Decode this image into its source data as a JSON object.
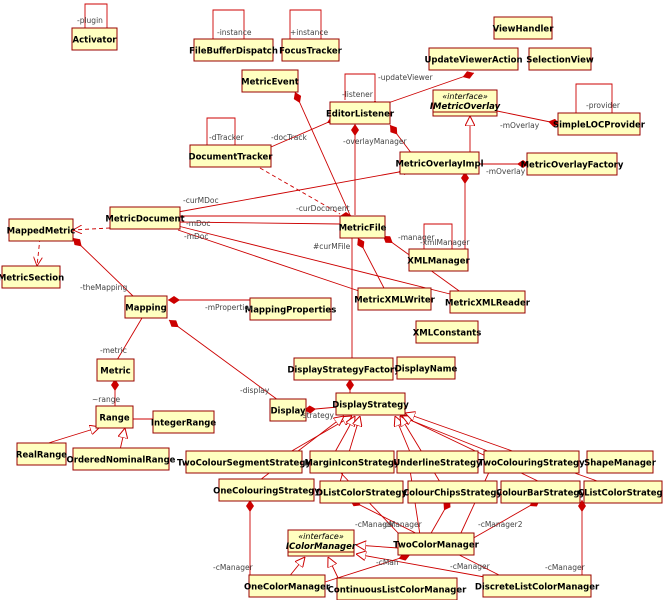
{
  "classes": {
    "activator": "Activator",
    "file_buffer_dispatch": "FileBufferDispatch",
    "focus_tracker": "FocusTracker",
    "view_handler": "ViewHandler",
    "update_viewer_action": "UpdateViewerAction",
    "selection_view": "SelectionView",
    "metric_event": "MetricEvent",
    "editor_listener": "EditorListener",
    "imetric_overlay": "IMetricOverlay",
    "simple_loc_provider": "SimpleLOCProvider",
    "document_tracker": "DocumentTracker",
    "metric_overlay_impl": "MetricOverlayImpl",
    "metric_overlay_factory": "MetricOverlayFactory",
    "mapped_metric": "MappedMetric",
    "metric_document": "MetricDocument",
    "metric_file": "MetricFile",
    "xml_manager": "XMLManager",
    "metric_section": "MetricSection",
    "mapping": "Mapping",
    "mapping_properties": "MappingProperties",
    "metric_xml_writer": "MetricXMLWriter",
    "metric_xml_reader": "MetricXMLReader",
    "xml_constants": "XMLConstants",
    "metric": "Metric",
    "display_strategy_factory": "DisplayStrategyFactory",
    "display_name": "DisplayName",
    "display": "Display",
    "display_strategy": "DisplayStrategy",
    "range": "Range",
    "integer_range": "IntegerRange",
    "real_range": "RealRange",
    "ordered_nominal_range": "OrderedNominalRange",
    "two_colour_segment_strategy": "TwoColourSegmentStrategy",
    "margin_icon_strategy": "MarginIconStrategy",
    "underline_strategy": "UnderlineStrategy",
    "two_colouring_strategy": "TwoColouringStrategy",
    "shape_manager": "ShapeManager",
    "one_colouring_strategy": "OneColouringStrategy",
    "dlist_color_strategy": "DListColorStrategy",
    "colour_chips_strategy": "ColourChipsStrategy",
    "colour_bar_strategy": "ColourBarStrategy",
    "clist_color_strategy": "CListColorStrategy",
    "icolor_manager": "IColorManager",
    "two_color_manager": "TwoColorManager",
    "one_color_manager": "OneColorManager",
    "continuous_list_color_manager": "ContinuousListColorManager",
    "discrete_list_color_manager": "DiscreteListColorManager"
  },
  "stereotypes": {
    "interface": "«interface»"
  },
  "roles": {
    "plugin": "-plugin",
    "instance_fbd": "-instance",
    "instance_ft": "+instance",
    "update_viewer": "-updateViewer",
    "listener": "-listener",
    "provider": "-provider",
    "d_tracker": "-dTracker",
    "doc_track": "-docTrack",
    "m_overlay_1": "-mOverlay",
    "overlay_manager": "-overlayManager",
    "m_overlay_2": "-mOverlay",
    "cur_m_doc": "-curMDoc",
    "cur_document": "-curDocument",
    "m_doc_1": "-mDoc",
    "m_doc_2": "-mDoc",
    "manager": "-manager",
    "xml_manager_role": "-xmlManager",
    "cur_m_file": "#curMFile",
    "the_mapping": "-theMapping",
    "m_properties": "-mProperties",
    "metric_role": "-metric",
    "display_role": "-display",
    "range_role": "~range",
    "strategy": "-strategy",
    "c_manager_1": "-cManager",
    "c_manager_2": "-cManager",
    "c_manager_3": "-cManager2",
    "c_manager_4": "-cManager",
    "c_man": "-cMan",
    "c_manager_5": "-cManager",
    "c_manager_6": "-cManager"
  }
}
